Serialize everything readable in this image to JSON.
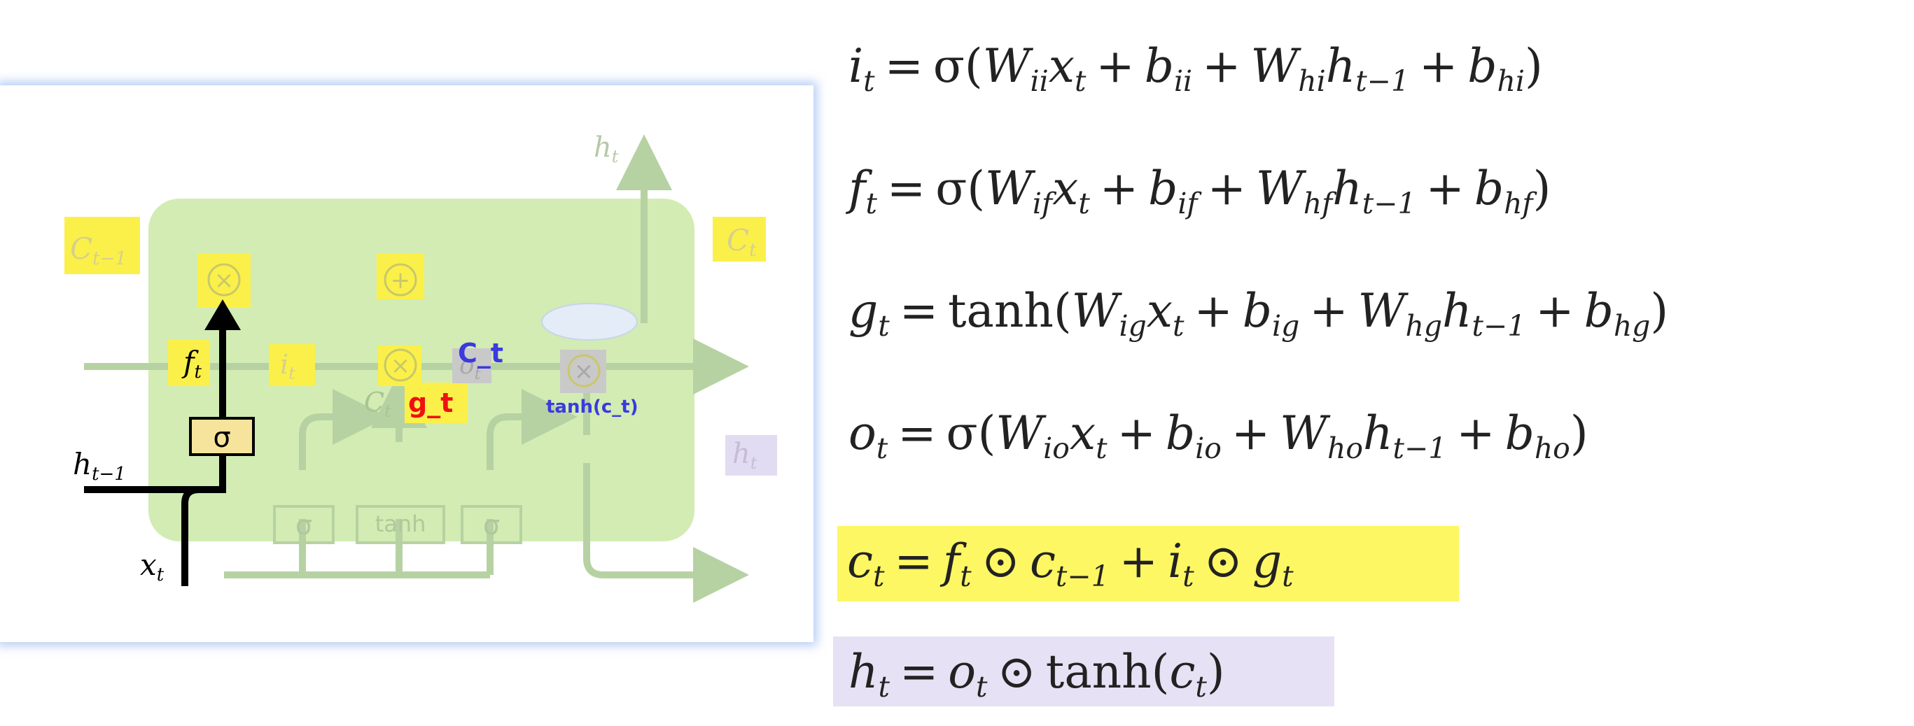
{
  "diagram": {
    "labels": {
      "c_prev": "C",
      "c_prev_sub": "t−1",
      "c_out": "C",
      "c_out_sub": "t",
      "h_prev": "h",
      "h_prev_sub": "t−1",
      "h_out_top": "h",
      "h_out_top_sub": "t",
      "h_out_right": "h",
      "h_out_right_sub": "t",
      "x_in": "x",
      "x_in_sub": "t",
      "f_gate": "f",
      "f_gate_sub": "t",
      "i_gate": "i",
      "i_gate_sub": "t",
      "o_gate": "o",
      "o_gate_sub": "t",
      "c_tilde": "C",
      "c_tilde_sub": "t",
      "sigma_1": "σ",
      "sigma_2": "σ",
      "sigma_3": "σ",
      "tanh_block": "tanh",
      "mult_symbol": "×",
      "add_symbol": "+"
    },
    "annotations": {
      "c_t_note": "C_t",
      "tanh_note": "tanh(c_t)",
      "g_t_note": "g_t"
    },
    "colors": {
      "cell_fill": "#d2ecb4",
      "faded_line": "#b7d2a2",
      "highlight_yellow": "#fbf04a",
      "highlight_grey": "#c9c9c9",
      "highlight_lavender": "#e2dcf3",
      "blue_note": "#3a3adf",
      "red_note": "#ee1111",
      "sigma_box": "#f7e49c"
    }
  },
  "equations": {
    "i": {
      "lhs": "i",
      "lhs_sub": "t",
      "eq": "=",
      "fn": "σ(",
      "w1": "W",
      "w1_sub": "ii",
      "x": "x",
      "x_sub": "t",
      "plus1": "+",
      "b1": "b",
      "b1_sub": "ii",
      "plus2": "+",
      "w2": "W",
      "w2_sub": "hi",
      "h": "h",
      "h_sub": "t−1",
      "plus3": "+",
      "b2": "b",
      "b2_sub": "hi",
      "close": ")"
    },
    "f": {
      "lhs": "f",
      "lhs_sub": "t",
      "eq": "=",
      "fn": "σ(",
      "w1": "W",
      "w1_sub": "if",
      "x": "x",
      "x_sub": "t",
      "plus1": "+",
      "b1": "b",
      "b1_sub": "if",
      "plus2": "+",
      "w2": "W",
      "w2_sub": "hf",
      "h": "h",
      "h_sub": "t−1",
      "plus3": "+",
      "b2": "b",
      "b2_sub": "hf",
      "close": ")"
    },
    "g": {
      "lhs": "g",
      "lhs_sub": "t",
      "eq": "=",
      "fn": "tanh(",
      "w1": "W",
      "w1_sub": "ig",
      "x": "x",
      "x_sub": "t",
      "plus1": "+",
      "b1": "b",
      "b1_sub": "ig",
      "plus2": "+",
      "w2": "W",
      "w2_sub": "hg",
      "h": "h",
      "h_sub": "t−1",
      "plus3": "+",
      "b2": "b",
      "b2_sub": "hg",
      "close": ")"
    },
    "o": {
      "lhs": "o",
      "lhs_sub": "t",
      "eq": "=",
      "fn": "σ(",
      "w1": "W",
      "w1_sub": "io",
      "x": "x",
      "x_sub": "t",
      "plus1": "+",
      "b1": "b",
      "b1_sub": "io",
      "plus2": "+",
      "w2": "W",
      "w2_sub": "ho",
      "h": "h",
      "h_sub": "t−1",
      "plus3": "+",
      "b2": "b",
      "b2_sub": "ho",
      "close": ")"
    },
    "c": {
      "lhs": "c",
      "lhs_sub": "t",
      "eq": "=",
      "f": "f",
      "f_sub": "t",
      "odot1": "⊙",
      "c": "c",
      "c_sub": "t−1",
      "plus": "+",
      "i": "i",
      "i_sub": "t",
      "odot2": "⊙",
      "g": "g",
      "g_sub": "t"
    },
    "h": {
      "lhs": "h",
      "lhs_sub": "t",
      "eq": "=",
      "o": "o",
      "o_sub": "t",
      "odot": "⊙",
      "fn": "tanh(",
      "c": "c",
      "c_sub": "t",
      "close": ")"
    }
  }
}
